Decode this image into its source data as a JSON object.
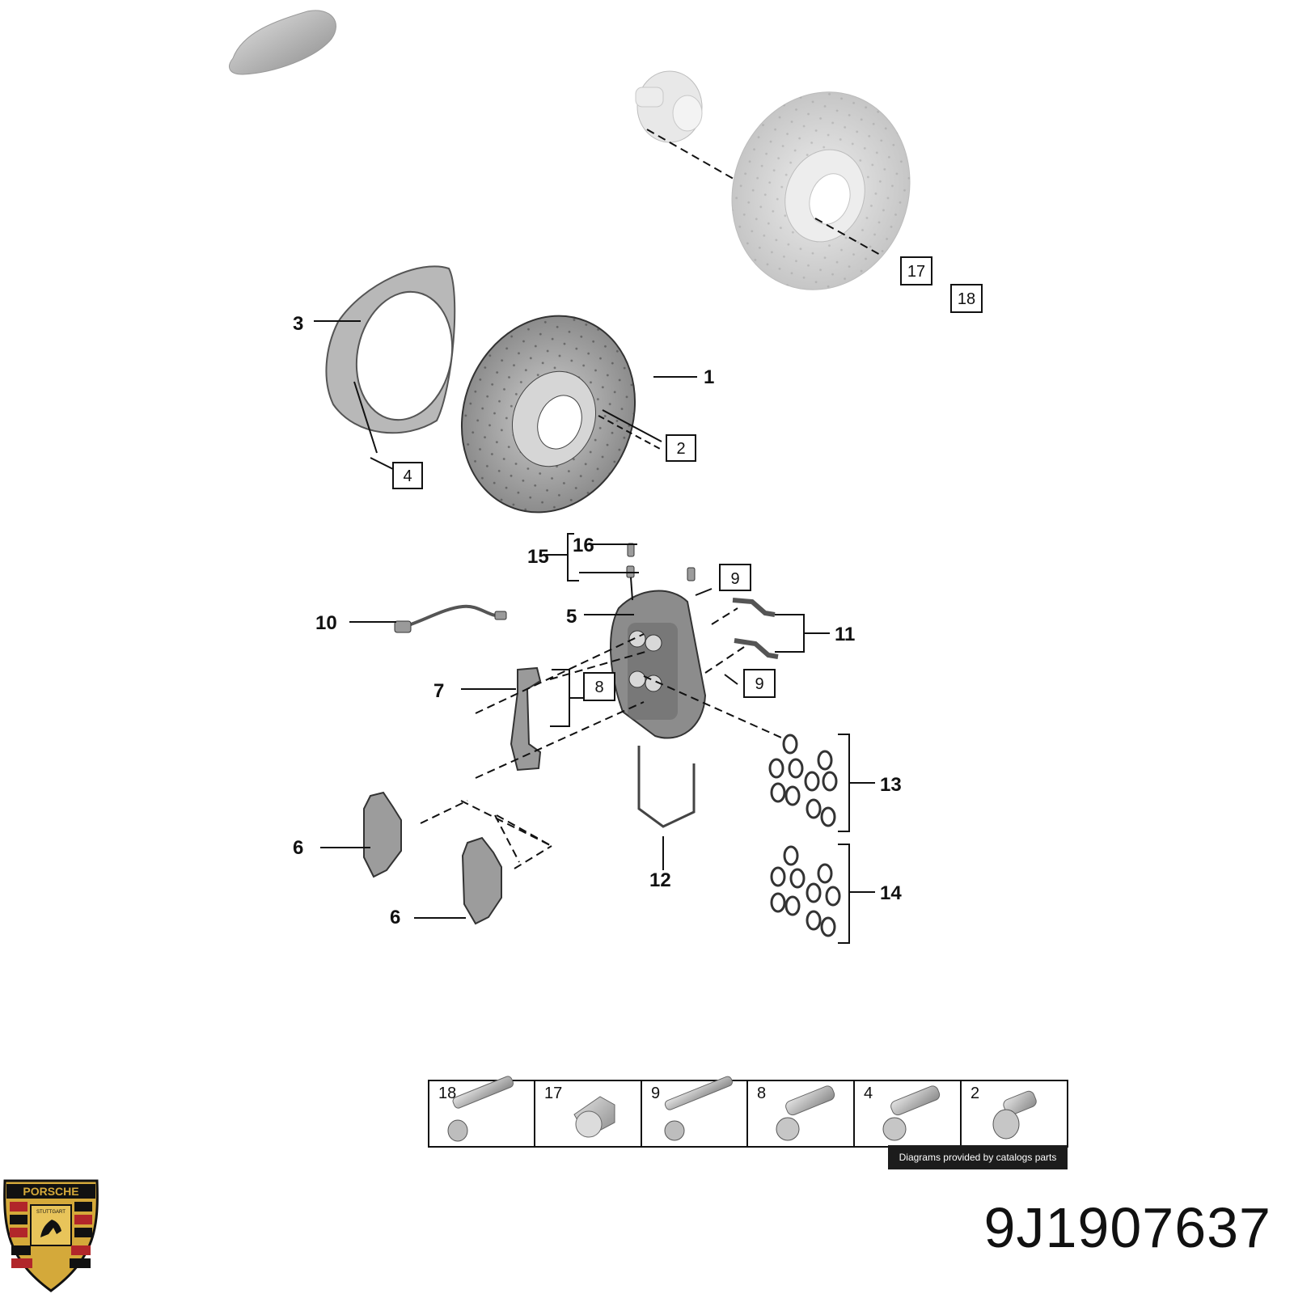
{
  "diagram": {
    "callouts": {
      "c1": "1",
      "c3": "3",
      "c5": "5",
      "c6a": "6",
      "c6b": "6",
      "c7": "7",
      "c10": "10",
      "c11": "11",
      "c12": "12",
      "c13": "13",
      "c14": "14",
      "c15": "15",
      "c16": "16"
    },
    "boxed": {
      "b2": "2",
      "b4": "4",
      "b8": "8",
      "b9a": "9",
      "b9b": "9",
      "b17": "17",
      "b18": "18"
    }
  },
  "fastener_strip": {
    "items": [
      {
        "label": "18"
      },
      {
        "label": "17"
      },
      {
        "label": "9"
      },
      {
        "label": "8"
      },
      {
        "label": "4"
      },
      {
        "label": "2"
      }
    ],
    "credit": "Diagrams provided by catalogs parts"
  },
  "brand": {
    "logo_text": "PORSCHE",
    "logo_subtext": "STUTTGART",
    "logo_colors": {
      "gold": "#d4a93a",
      "red": "#b1262a",
      "black": "#111111"
    }
  },
  "part_number": "9J1907637"
}
